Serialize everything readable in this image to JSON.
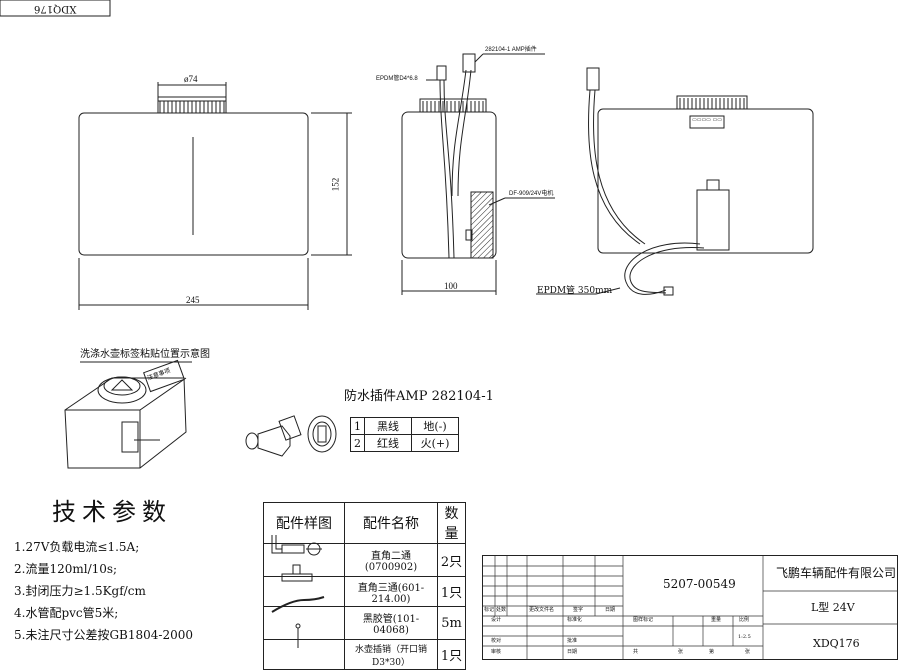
{
  "drawing_no_corner": "XDQ176",
  "views": {
    "front": {
      "dim_cap": "ø74",
      "dim_width": "245",
      "dim_height": "152"
    },
    "side": {
      "label_epdm_top": "EPDM管D4*6.8",
      "label_connector": "282104-1 AMP插件",
      "label_motor": "DF-909/24V电机",
      "dim_depth": "100"
    },
    "right": {
      "label_pipe": "EPDM管 350mm"
    }
  },
  "label_note": {
    "title": "洗涤水壶标签粘贴位置示意图",
    "label_text": "注意事项"
  },
  "connector": {
    "title": "防水插件AMP 282104-1",
    "rows": [
      {
        "no": "1",
        "wire": "黑线",
        "pole": "地(-)"
      },
      {
        "no": "2",
        "wire": "红线",
        "pole": "火(+)"
      }
    ]
  },
  "specs": {
    "title": "技术参数",
    "items": [
      "1.27V负载电流≤1.5A;",
      "2.流量120ml/10s;",
      "3.封闭压力≥1.5Kgf/cm",
      "4.水管配pvc管5米;",
      "5.未注尺寸公差按GB1804-2000"
    ]
  },
  "accessories": {
    "headers": [
      "配件样图",
      "配件名称",
      "数量"
    ],
    "rows": [
      {
        "icon": "elbow-fitting-icon",
        "name": "直角二通(0700902)",
        "qty": "2只"
      },
      {
        "icon": "tee-fitting-icon",
        "name": "直角三通(601-214.00)",
        "qty": "1只"
      },
      {
        "icon": "hose-icon",
        "name": "黑胶管(101-04068)",
        "qty": "5m"
      },
      {
        "icon": "pin-icon",
        "name": "水壶插销（开口销D3*30）",
        "qty": "1只"
      }
    ]
  },
  "title_block": {
    "part_number": "5207-00549",
    "company": "飞鹏车辆配件有限公司",
    "product": "L型 24V",
    "drawing_no": "XDQ176",
    "scale": "1:2.5",
    "row_labels": [
      "标记",
      "处数",
      "更改文件名",
      "签字",
      "日期"
    ],
    "left_labels": [
      "设计",
      "校对",
      "审核",
      "标准化",
      "批准",
      "日期"
    ],
    "mid_labels": [
      "图样标记",
      "重量",
      "比例"
    ],
    "sheet_labels": [
      "共",
      "张",
      "第",
      "张"
    ]
  }
}
